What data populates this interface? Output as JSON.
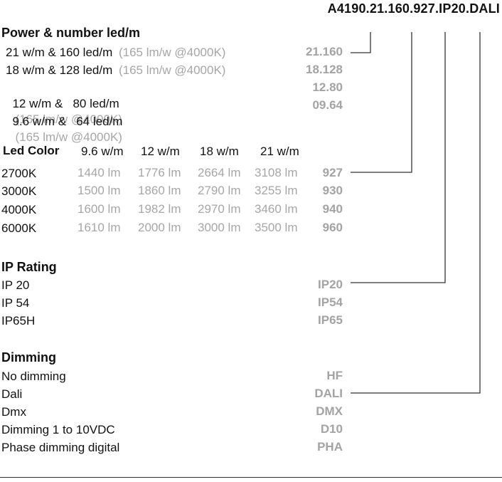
{
  "product_code": "A4190.21.160.927.IP20.DALI",
  "power": {
    "title": "Power & number led/m",
    "rows": [
      {
        "label": "21 w/m & 160 led/m",
        "note": "(165 lm/w @4000K)",
        "code": "21.160"
      },
      {
        "label": "18 w/m & 128 led/m",
        "note": "(165 lm/w @4000K)",
        "code": "18.128"
      },
      {
        "label": "12 w/m &   80 led/m",
        "note": "(165 lm/w @4000K)",
        "code": "12.80"
      },
      {
        "label": "9.6 w/m &   64 led/m",
        "note": "(165 lm/w @4000K)",
        "code": "09.64"
      }
    ]
  },
  "color": {
    "title": "Led Color",
    "columns": [
      "9.6 w/m",
      "12 w/m",
      "18 w/m",
      "21 w/m"
    ],
    "rows": [
      {
        "label": "2700K",
        "values": [
          "1440 lm",
          "1776 lm",
          "2664 lm",
          "3108 lm"
        ],
        "code": "927"
      },
      {
        "label": "3000K",
        "values": [
          "1500 lm",
          "1860 lm",
          "2790 lm",
          "3255 lm"
        ],
        "code": "930"
      },
      {
        "label": "4000K",
        "values": [
          "1600 lm",
          "1982 lm",
          "2970 lm",
          "3460 lm"
        ],
        "code": "940"
      },
      {
        "label": "6000K",
        "values": [
          "1610 lm",
          "2000 lm",
          "3000 lm",
          "3500 lm"
        ],
        "code": "960"
      }
    ]
  },
  "ip": {
    "title": "IP Rating",
    "rows": [
      {
        "label": "IP 20",
        "code": "IP20"
      },
      {
        "label": "IP 54",
        "code": "IP54"
      },
      {
        "label": "IP65H",
        "code": "IP65"
      }
    ]
  },
  "dimming": {
    "title": "Dimming",
    "rows": [
      {
        "label": "No dimming",
        "code": "HF"
      },
      {
        "label": "Dali",
        "code": "DALI"
      },
      {
        "label": "Dmx",
        "code": "DMX"
      },
      {
        "label": "Dimming 1 to 10VDC",
        "code": "D10"
      },
      {
        "label": "Phase dimming digital",
        "code": "PHA"
      }
    ]
  },
  "colors": {
    "text": "#111111",
    "muted": "#a6a6a6",
    "line": "#333333"
  }
}
